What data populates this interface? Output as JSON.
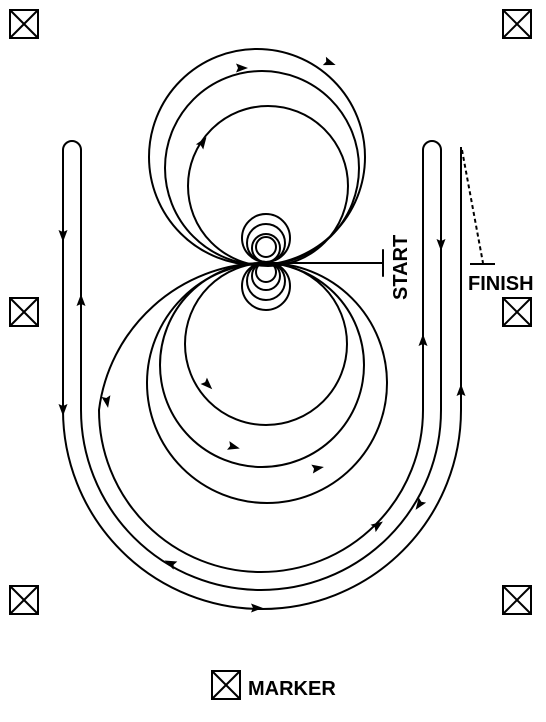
{
  "labels": {
    "start": "START",
    "finish": "FINISH",
    "marker_legend": "MARKER"
  },
  "icons": {
    "marker": "crossed-box-marker-icon"
  },
  "colors": {
    "ink": "#000000",
    "background": "#ffffff"
  }
}
